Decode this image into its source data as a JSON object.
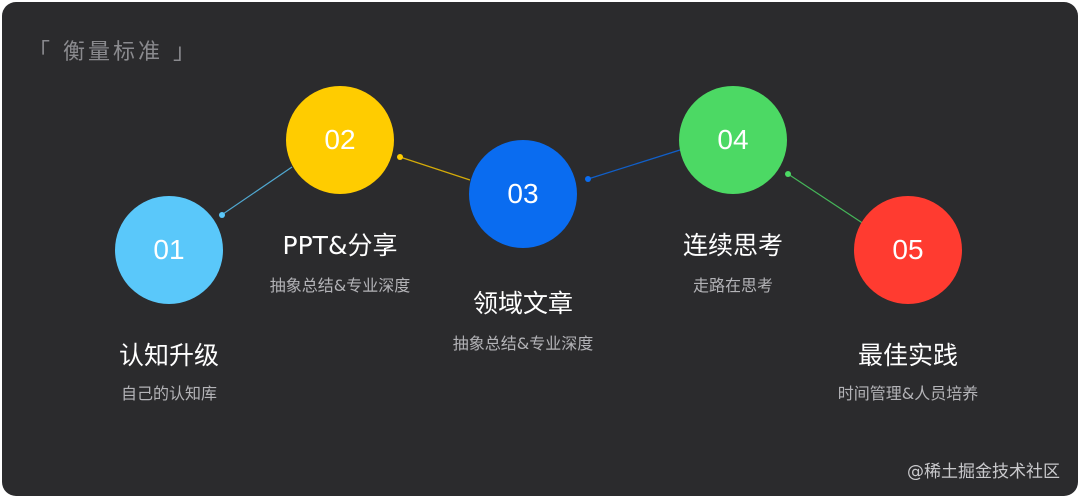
{
  "section_title": "「 衡量标准 」",
  "watermark": "@稀土掘金技术社区",
  "steps": [
    {
      "number": "01",
      "title": "认知升级",
      "subtitle": "自己的认知库",
      "color": "#5ac8fa"
    },
    {
      "number": "02",
      "title": "PPT&分享",
      "subtitle": "抽象总结&专业深度",
      "color": "#ffcc00"
    },
    {
      "number": "03",
      "title": "领域文章",
      "subtitle": "抽象总结&专业深度",
      "color": "#0a6cf0"
    },
    {
      "number": "04",
      "title": "连续思考",
      "subtitle": "走路在思考",
      "color": "#4cd964"
    },
    {
      "number": "05",
      "title": "最佳实践",
      "subtitle": "时间管理&人员培养",
      "color": "#ff3b30"
    }
  ]
}
